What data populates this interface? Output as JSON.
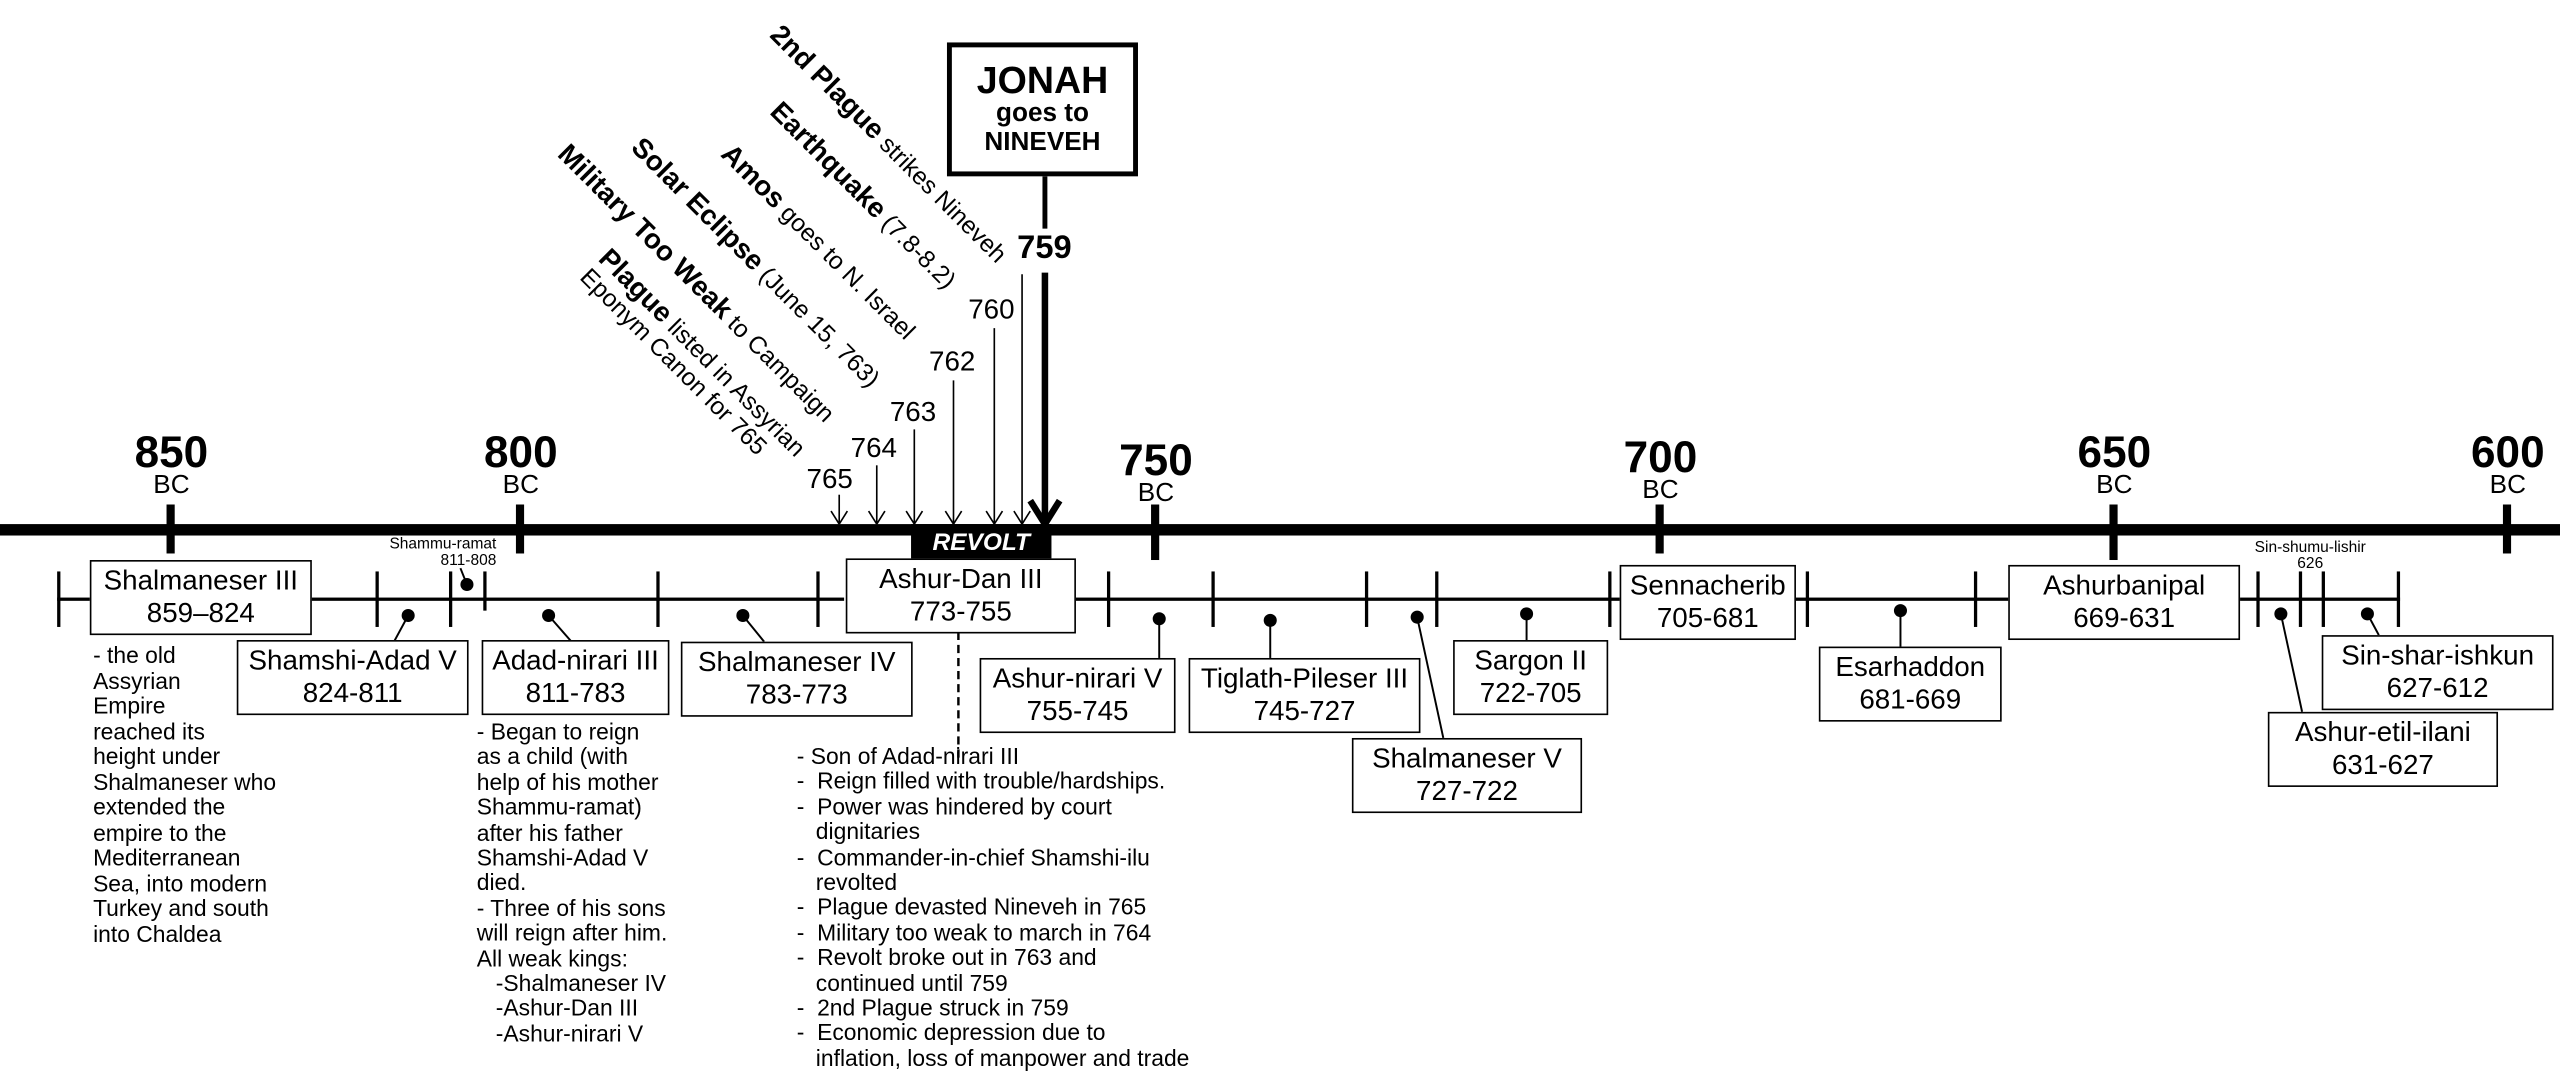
{
  "timeline": {
    "era_suffix": "BC",
    "major_years": [
      {
        "year": "850",
        "x": 0
      },
      {
        "year": "800",
        "x": 0
      },
      {
        "year": "750",
        "x": 0
      },
      {
        "year": "700",
        "x": 0
      },
      {
        "year": "650",
        "x": 0
      },
      {
        "year": "600",
        "x": 0
      }
    ],
    "revolt_label": "REVOLT"
  },
  "jonah": {
    "title": "JONAH",
    "line2": "goes to",
    "line3": "NINEVEH",
    "year": "759"
  },
  "events": [
    {
      "year": "765",
      "bold": "Plague",
      "rest": " listed in Assyrian",
      "line2": "Eponym Canon for 765"
    },
    {
      "year": "764",
      "bold": "Military Too Weak",
      "rest": " to Campaign",
      "line2": ""
    },
    {
      "year": "763",
      "bold": "Solar Eclipse",
      "rest": " (June 15, 763)",
      "line2": ""
    },
    {
      "year": "762",
      "bold": "Amos",
      "rest": " goes to N. Israel",
      "line2": ""
    },
    {
      "year": "760",
      "bold": "Earthquake",
      "rest": " (7.8-8.2)",
      "line2": ""
    },
    {
      "year": "",
      "bold": "2nd Plague",
      "rest": " strikes Nineveh",
      "line2": ""
    }
  ],
  "kings": [
    {
      "name": "Shalmaneser III",
      "dates": "859–824"
    },
    {
      "name": "Shamshi-Adad V",
      "dates": "824-811"
    },
    {
      "name": "Adad-nirari III",
      "dates": "811-783"
    },
    {
      "name": "Shalmaneser IV",
      "dates": "783-773"
    },
    {
      "name": "Ashur-Dan III",
      "dates": "773-755"
    },
    {
      "name": "Ashur-nirari V",
      "dates": "755-745"
    },
    {
      "name": "Tiglath-Pileser III",
      "dates": "745-727"
    },
    {
      "name": "Shalmaneser V",
      "dates": "727-722"
    },
    {
      "name": "Sargon II",
      "dates": "722-705"
    },
    {
      "name": "Sennacherib",
      "dates": "705-681"
    },
    {
      "name": "Esarhaddon",
      "dates": "681-669"
    },
    {
      "name": "Ashurbanipal",
      "dates": "669-631"
    },
    {
      "name": "Ashur-etil-ilani",
      "dates": "631-627"
    },
    {
      "name": "Sin-shar-ishkun",
      "dates": "627-612"
    }
  ],
  "small_labels": {
    "shammu_ramat": {
      "name": "Shammu-ramat",
      "dates": "811-808"
    },
    "sin_shumu_lishir": {
      "name": "Sin-shumu-lishir",
      "dates": "626"
    }
  },
  "notes": {
    "shalmaneser_iii": "- the old\nAssyrian\nEmpire\nreached its\nheight under\nShalmaneser who\nextended the\nempire to the\nMediterranean\nSea, into modern\nTurkey and south\ninto Chaldea",
    "adad_nirari_iii": "- Began to reign\nas a child (with\nhelp of his mother\nShammu-ramat)\nafter his father\nShamshi-Adad V\ndied.\n- Three of his sons\nwill reign after him.\nAll weak kings:\n   -Shalmaneser IV\n   -Ashur-Dan III\n   -Ashur-nirari V",
    "ashur_dan_iii": [
      "- Son of Adad-nirari III",
      "-  Reign filled with trouble/hardships.",
      "-  Power was hindered by court\n   dignitaries",
      "-  Commander-in-chief Shamshi-ilu\n   revolted",
      "-  Plague devasted Nineveh in 765",
      "-  Military too weak to march in 764",
      "-  Revolt broke out in 763 and\n   continued until 759",
      "-  2nd Plague struck in 759",
      "-  Economic depression due to\n   inflation, loss of manpower and trade"
    ]
  }
}
